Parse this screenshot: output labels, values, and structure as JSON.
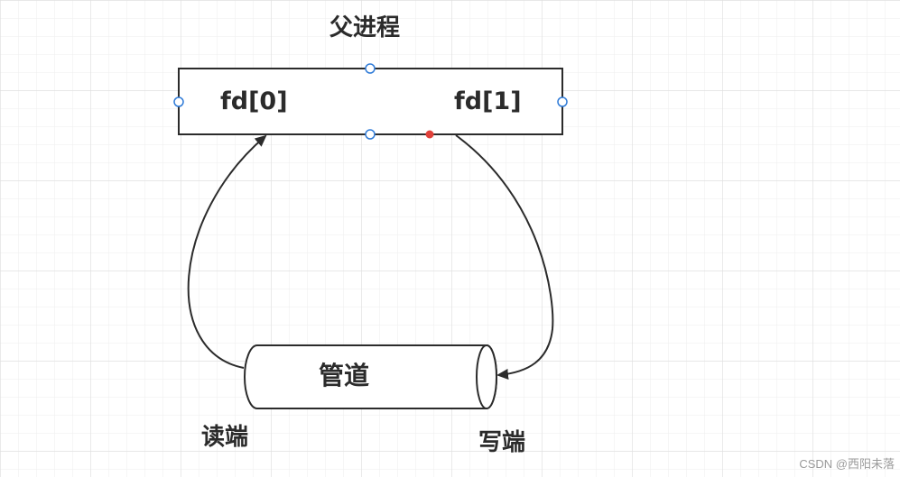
{
  "diagram": {
    "title": "父进程",
    "process_box": {
      "fd_read": "fd[0]",
      "fd_write": "fd[1]"
    },
    "pipe": {
      "label": "管道"
    },
    "read_end_label": "读端",
    "write_end_label": "写端"
  },
  "watermark": "CSDN @西阳未落",
  "colors": {
    "stroke": "#2b2b2b",
    "grid": "#e6e6e6",
    "handle": "#2f7bd8",
    "anchor": "#e0413a"
  }
}
